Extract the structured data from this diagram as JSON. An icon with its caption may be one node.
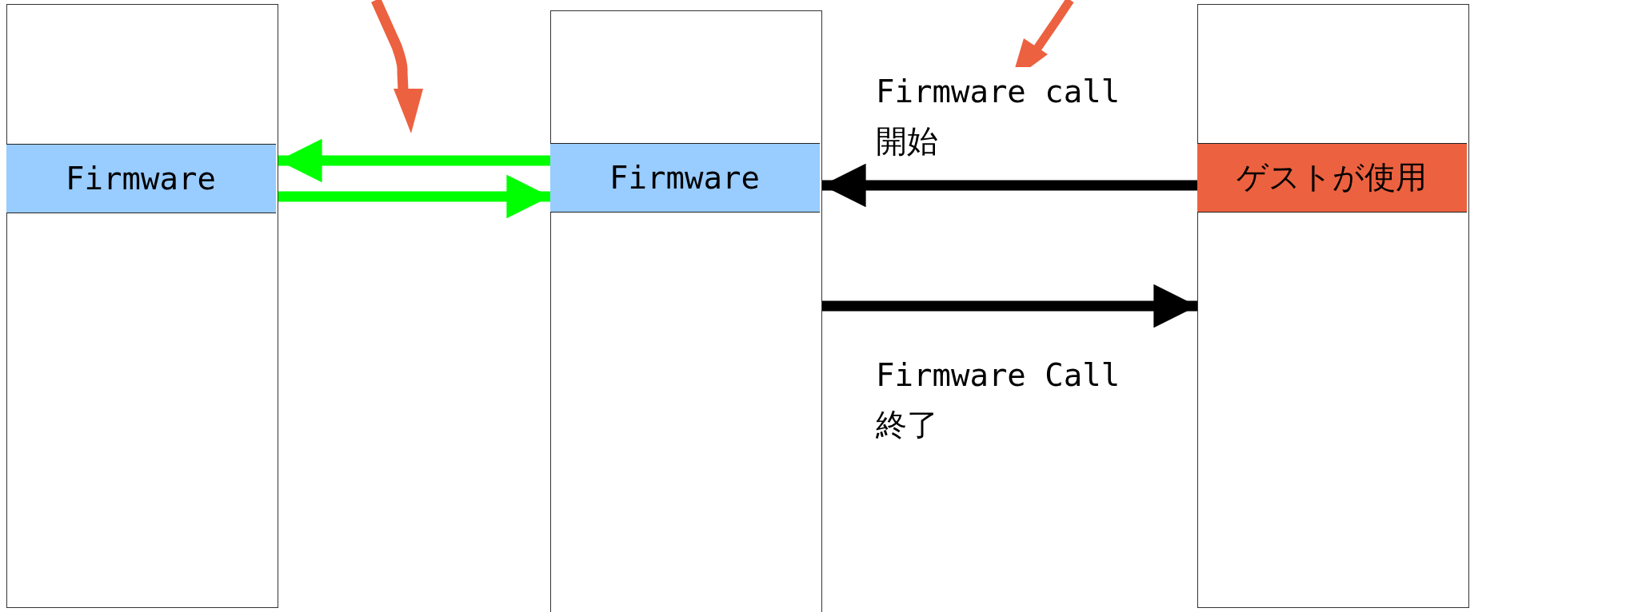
{
  "diagram": {
    "nodes": [
      {
        "text": [],
        "shape": "box"
      },
      {
        "text": [
          "Firmware"
        ],
        "in": 0
      },
      {
        "text": [],
        "shape": "box"
      },
      {
        "text": [
          "Firmware"
        ],
        "in": 2
      },
      {
        "text": [],
        "shape": "box"
      },
      {
        "text": [
          "ゲストが使用"
        ],
        "in": 4
      }
    ],
    "edges": [
      {
        "from": 3,
        "to": 1,
        "arrow": "to",
        "color": "#00ff00"
      },
      {
        "from": 1,
        "to": 3,
        "arrow": "to",
        "color": "#00ff00"
      },
      {
        "from": 5,
        "to": 3,
        "arrow": "to",
        "color": "#000000",
        "label": "Firmware call 開始"
      },
      {
        "from": 2,
        "to": 4,
        "arrow": "to",
        "color": "#000000",
        "label": "Firmware Call 終了"
      }
    ]
  }
}
